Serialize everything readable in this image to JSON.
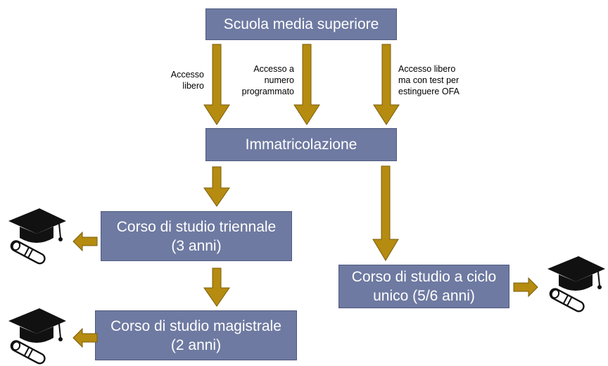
{
  "colors": {
    "box_fill": "#6e7aa1",
    "box_text": "#ffffff",
    "arrow_fill": "#b58b10",
    "arrow_stroke": "#7a5c08"
  },
  "nodes": {
    "scuola": {
      "label": "Scuola media superiore"
    },
    "immatricolazione": {
      "label": "Immatricolazione"
    },
    "triennale": {
      "line1": "Corso di studio triennale",
      "line2": "(3 anni)"
    },
    "magistrale": {
      "line1": "Corso di studio magistrale",
      "line2": "(2 anni)"
    },
    "ciclo_unico": {
      "line1": "Corso di studio a ciclo",
      "line2": "unico (5/6 anni)"
    }
  },
  "edge_labels": {
    "accesso_libero": [
      "Accesso",
      "libero"
    ],
    "numero_programmato": [
      "Accesso a",
      "numero",
      "programmato"
    ],
    "test_ofa": [
      "Accesso libero",
      "ma con test per",
      "estinguere OFA"
    ]
  },
  "icons": [
    "graduation-cap-diploma-icon",
    "graduation-cap-diploma-icon",
    "graduation-cap-diploma-icon"
  ]
}
